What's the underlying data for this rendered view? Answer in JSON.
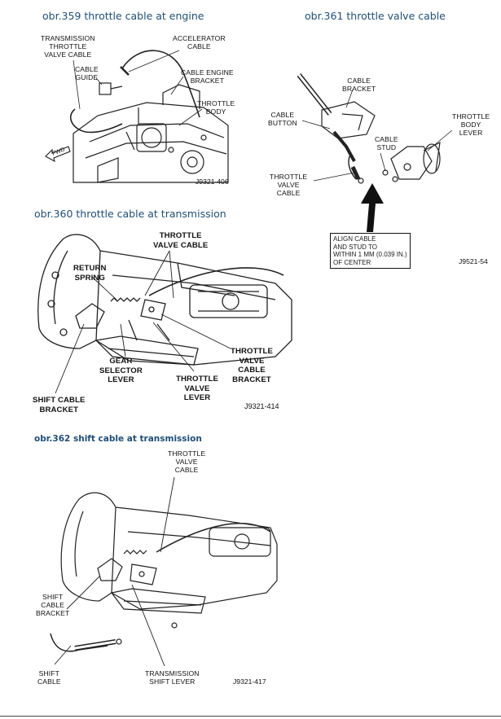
{
  "captions": {
    "fig359": "obr.359 throttle cable at engine",
    "fig361": "obr.361 throttle valve cable",
    "fig360": "obr.360 throttle cable at transmission",
    "fig362": "obr.362 shift cable at transmission"
  },
  "fig359": {
    "labels": {
      "transmission_throttle_valve_cable": "TRANSMISSION\nTHROTTLE\nVALVE CABLE",
      "accelerator_cable": "ACCELERATOR\nCABLE",
      "cable_guide": "CABLE\nGUIDE",
      "cable_engine_bracket": "CABLE ENGINE\nBRACKET",
      "throttle_body": "THROTTLE\nBODY",
      "fwd": "FWD"
    },
    "code": "J9321-406"
  },
  "fig361": {
    "labels": {
      "cable_bracket": "CABLE\nBRACKET",
      "cable_button": "CABLE\nBUTTON",
      "throttle_body_lever": "THROTTLE\nBODY\nLEVER",
      "cable_stud": "CABLE\nSTUD",
      "throttle_valve_cable": "THROTTLE\nVALVE\nCABLE"
    },
    "note": "ALIGN CABLE\nAND STUD TO\nWITHIN 1 MM (0.039 IN.)\nOF CENTER",
    "code": "J9521-54"
  },
  "fig360": {
    "labels": {
      "throttle_valve_cable": "THROTTLE\nVALVE CABLE",
      "return_spring": "RETURN\nSPRING",
      "throttle_valve_cable_bracket": "THROTTLE\nVALVE\nCABLE\nBRACKET",
      "gear_selector_lever": "GEAR\nSELECTOR\nLEVER",
      "throttle_valve_lever": "THROTTLE\nVALVE\nLEVER",
      "shift_cable_bracket": "SHIFT CABLE\nBRACKET"
    },
    "code": "J9321-414"
  },
  "fig362": {
    "labels": {
      "throttle_valve_cable": "THROTTLE\nVALVE\nCABLE",
      "shift_cable_bracket": "SHIFT\nCABLE\nBRACKET",
      "shift_cable": "SHIFT\nCABLE",
      "transmission_shift_lever": "TRANSMISSION\nSHIFT LEVER"
    },
    "code": "J9321-417"
  }
}
